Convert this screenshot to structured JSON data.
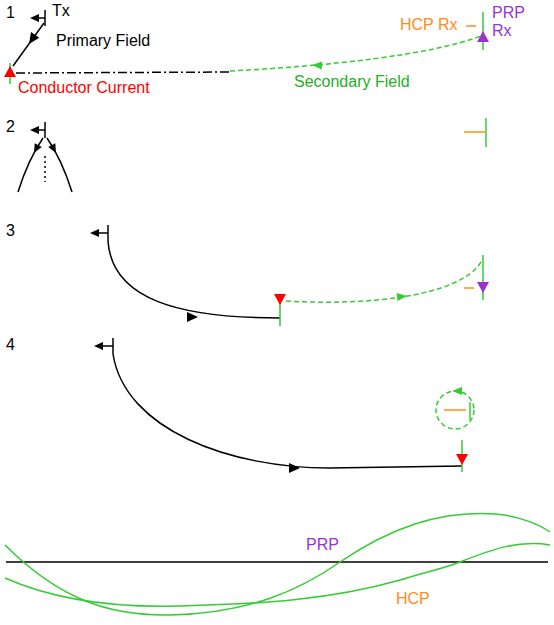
{
  "diagram": {
    "labels": [
      "1",
      "Tx",
      "Primary Field",
      "HCP Rx",
      "PRP Rx",
      "Secondary Field",
      "Conductor Current",
      "2",
      "3",
      "4",
      "PRP",
      "HCP"
    ]
  }
}
